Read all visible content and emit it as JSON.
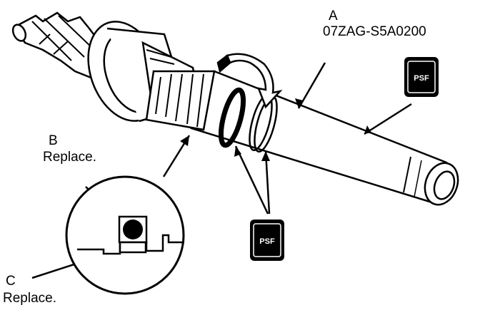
{
  "labels": {
    "a": {
      "letter": "A",
      "text": "07ZAG-S5A0200"
    },
    "b": {
      "letter": "B",
      "text": "Replace."
    },
    "c": {
      "letter": "C",
      "text": "Replace."
    }
  },
  "psf_badge": "PSF"
}
